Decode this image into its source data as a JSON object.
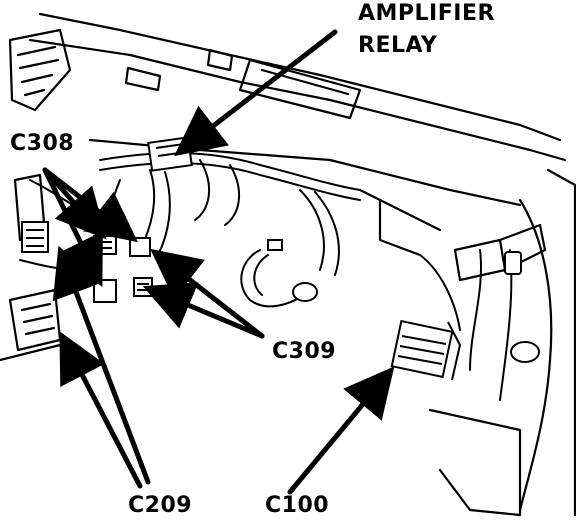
{
  "labels": {
    "amplifier_line1": "AMPLIFIER",
    "amplifier_line2": "RELAY",
    "c308": "C308",
    "c309": "C309",
    "c209": "C209",
    "c100": "C100"
  },
  "colors": {
    "ink": "#000000",
    "paper": "#ffffff"
  }
}
